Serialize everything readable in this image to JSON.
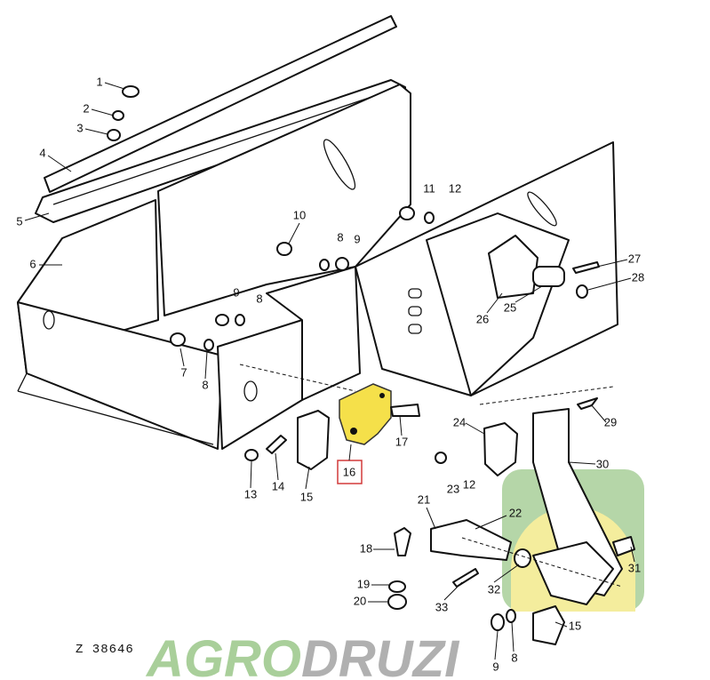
{
  "drawing_number": "Z 38646",
  "highlighted_part": "16",
  "colors": {
    "highlight": "#f5e04a",
    "highlight_box": "#d23a3a",
    "logo_green": "#a9cf9a",
    "logo_yellow": "#f3ea8c",
    "logo_gray": "#b0b0b0"
  },
  "watermark": {
    "part1": "AGRO",
    "part2": "DRUZI"
  },
  "callouts": {
    "c1": "1",
    "c2": "2",
    "c3": "3",
    "c4": "4",
    "c5": "5",
    "c6": "6",
    "c7": "7",
    "c8a": "8",
    "c9a": "9",
    "c8b": "8",
    "c10": "10",
    "c8c": "8",
    "c9b": "9",
    "c11": "11",
    "c12a": "12",
    "c13": "13",
    "c14": "14",
    "c15a": "15",
    "c16": "16",
    "c17": "17",
    "c24": "24",
    "c23": "23",
    "c12b": "12",
    "c29": "29",
    "c30": "30",
    "c27": "27",
    "c28": "28",
    "c26": "26",
    "c25": "25",
    "c21": "21",
    "c22": "22",
    "c18": "18",
    "c19": "19",
    "c20": "20",
    "c33": "33",
    "c32": "32",
    "c31": "31",
    "c15b": "15",
    "c9c": "9",
    "c8d": "8"
  }
}
